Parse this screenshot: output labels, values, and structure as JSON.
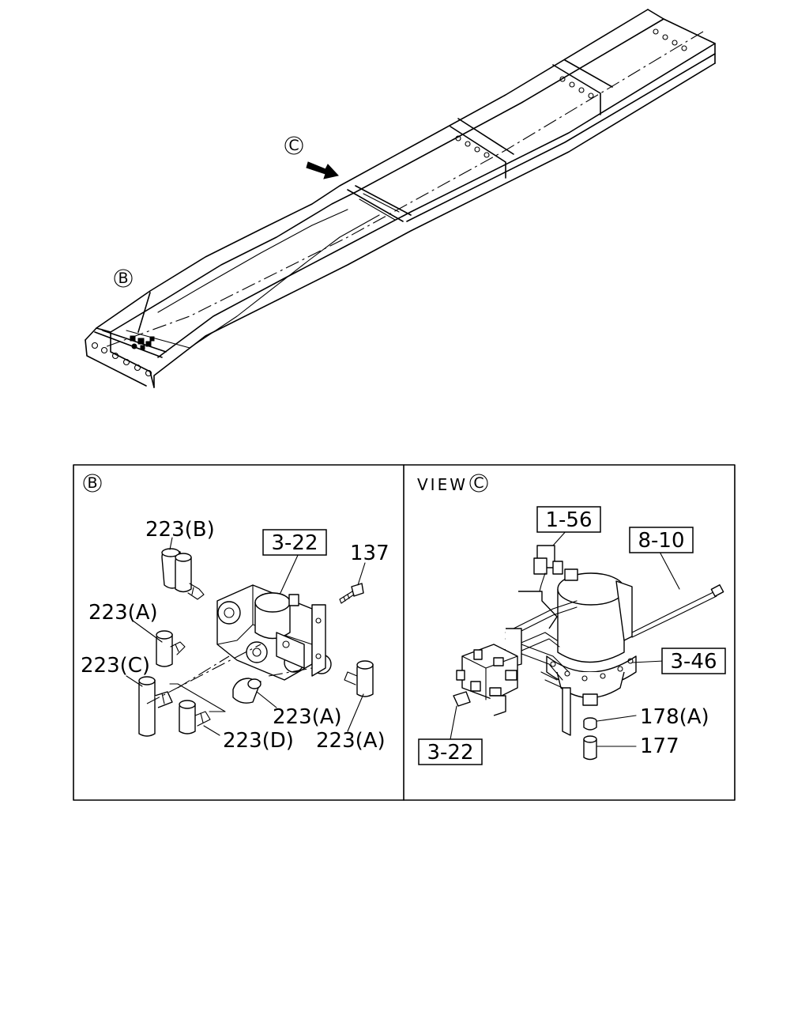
{
  "top_view": {
    "callout_c": "C",
    "callout_b": "B"
  },
  "panel_b": {
    "badge": "B",
    "labels": {
      "ref_3_22": "3-22",
      "p137": "137",
      "p223b": "223(B)",
      "p223a_left": "223(A)",
      "p223c": "223(C)",
      "p223a_mid": "223(A)",
      "p223d": "223(D)",
      "p223a_right": "223(A)"
    }
  },
  "panel_c": {
    "title_prefix": "VIEW",
    "badge": "C",
    "labels": {
      "ref_1_56": "1-56",
      "ref_8_10": "8-10",
      "ref_3_46": "3-46",
      "ref_3_22": "3-22",
      "p178a": "178(A)",
      "p177": "177"
    }
  }
}
